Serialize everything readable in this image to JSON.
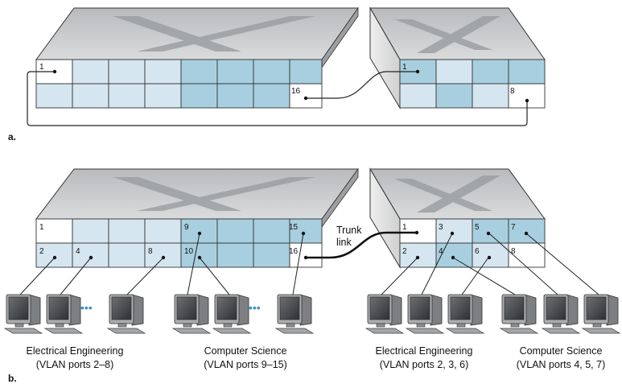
{
  "part_a": {
    "label": "a.",
    "switch1": {
      "ports": [
        {
          "text": "1"
        },
        {
          "text": "16"
        }
      ]
    },
    "switch2": {
      "ports": [
        {
          "text": "1"
        },
        {
          "text": "8"
        }
      ]
    }
  },
  "part_b": {
    "label": "b.",
    "trunk_label_line1": "Trunk",
    "trunk_label_line2": "link",
    "switch1_ports": [
      "1",
      "2",
      "4",
      "8",
      "9",
      "10",
      "15",
      "16"
    ],
    "switch2_ports": [
      "1",
      "2",
      "3",
      "4",
      "5",
      "6",
      "7",
      "8"
    ],
    "ellipsis": "•••",
    "groups": [
      {
        "name": "Electrical Engineering",
        "ports": "(VLAN ports 2–8)"
      },
      {
        "name": "Computer Science",
        "ports": "(VLAN ports 9–15)"
      },
      {
        "name": "Electrical Engineering",
        "ports": "(VLAN ports 2, 3, 6)"
      },
      {
        "name": "Computer Science",
        "ports": "(VLAN ports 4, 5, 7)"
      }
    ]
  },
  "colors": {
    "light_port": "#d6e6f0",
    "dark_port": "#a8cfe0",
    "white_port": "#ffffff",
    "top_face": "#c4c6c8",
    "x_mark": "#9ea1a4",
    "side_face": "#e4e5e6",
    "outline": "#333333"
  }
}
